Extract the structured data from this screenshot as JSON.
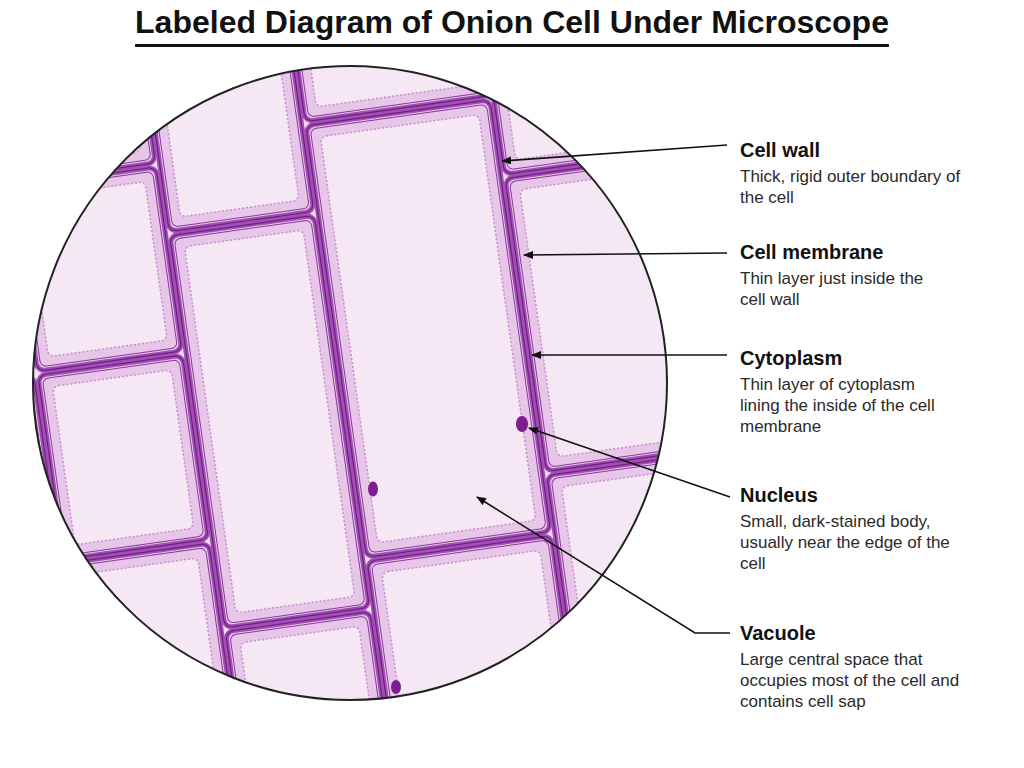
{
  "diagram": {
    "title": "Labeled Diagram of Onion Cell Under Microscope",
    "labels": [
      "Cell wall",
      "Thick, rigid outer boundary of the cell",
      "Cell membrane",
      "Thin layer just inside the cell wall",
      "Cytoplasm",
      "Thin layer of cytoplasm lining the inside of the cell membrane",
      "Nucleus",
      "Small, dark-stained body, usually near the edge of the cell",
      "Vacuole",
      "Large central space that occupies most of the cell and contains cell sap"
    ]
  }
}
